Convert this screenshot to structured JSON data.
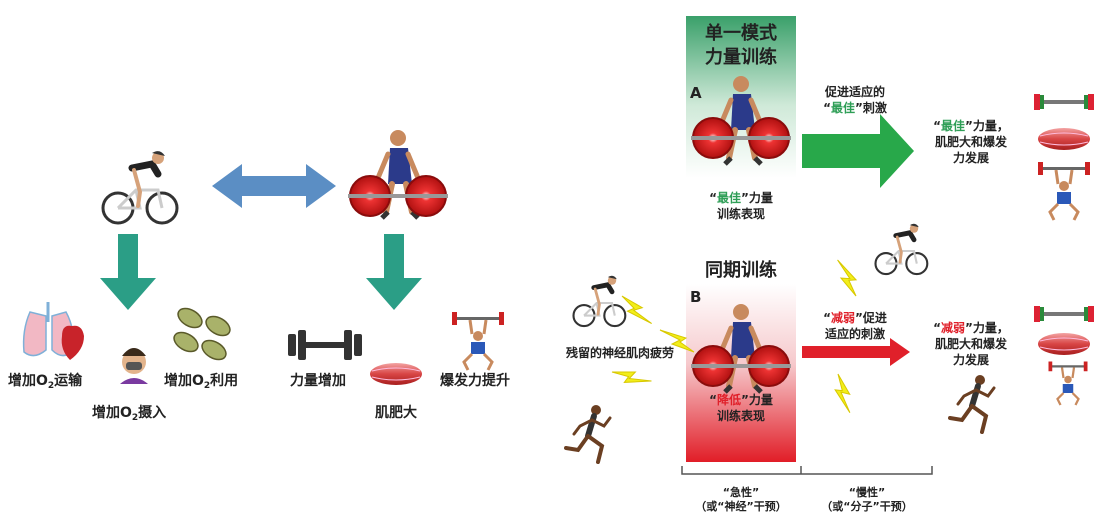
{
  "left": {
    "o2_transport": {
      "a": "增加O",
      "sub": "2",
      "b": "运输"
    },
    "o2_uptake": {
      "a": "增加O",
      "sub": "2",
      "b": "摄入"
    },
    "o2_use": {
      "a": "增加O",
      "sub": "2",
      "b": "利用"
    },
    "strength": "力量增加",
    "hypertrophy": "肌肥大",
    "power": "爆发力提升"
  },
  "top_box": {
    "line1": "单一模式",
    "line2": "力量训练",
    "letter": "A"
  },
  "top_stimulus": {
    "line1": "促进适应的",
    "q1": "“",
    "best": "最佳",
    "q2": "”",
    "tail": "刺激"
  },
  "top_performance": {
    "q1": "“",
    "best": "最佳",
    "q2": "”",
    "tail": "力量",
    "line2": "训练表现"
  },
  "top_outcome": {
    "q1": "“",
    "best": "最佳",
    "q2": "”",
    "tail": "力量，",
    "line2": "肌肥大和爆发",
    "line3": "力发展"
  },
  "bottom_box": {
    "title": "同期训练",
    "letter": "B"
  },
  "fatigue": "残留的神经肌肉疲劳",
  "bottom_stimulus": {
    "q1": "“",
    "weak": "减弱",
    "q2": "”",
    "tail": "促进",
    "line2": "适应的刺激"
  },
  "bottom_performance": {
    "q1": "“",
    "low": "降低",
    "q2": "”",
    "tail": "力量",
    "line2": "训练表现"
  },
  "bottom_outcome": {
    "q1": "“",
    "weak": "减弱",
    "q2": "”",
    "tail": "力量，",
    "line2": "肌肥大和爆发",
    "line3": "力发展"
  },
  "acute": {
    "line1": "“急性”",
    "line2": "（或“神经”干预）"
  },
  "chronic": {
    "line1": "“慢性”",
    "line2": "（或“分子”干预）"
  },
  "colors": {
    "teal": "#2b9e86",
    "blue": "#5b8ec4",
    "green": "#28a84a",
    "red": "#e0202a",
    "bolt": "#f2ee1a"
  },
  "icons": [
    "cyclist-icon",
    "weightlifter-icon",
    "lungs-heart-icon",
    "mask-face-icon",
    "mitochondria-icon",
    "dumbbell-icon",
    "muscle-icon",
    "overhead-lift-icon",
    "barbell-icon",
    "runner-icon",
    "lightning-icon"
  ]
}
